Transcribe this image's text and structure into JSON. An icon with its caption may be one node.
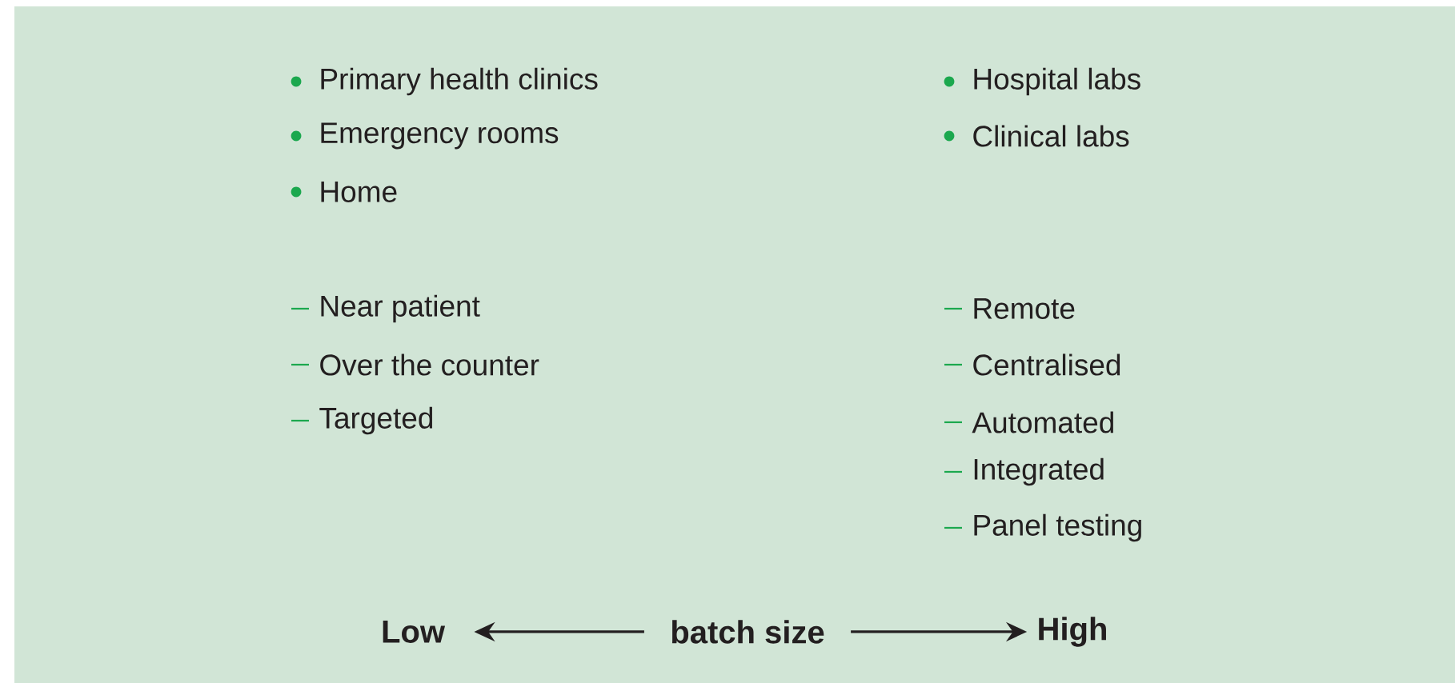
{
  "diagram": {
    "nodes": [
      {
        "text": [
          "Low"
        ]
      },
      {
        "text": [
          "batch size"
        ]
      },
      {
        "text": [
          "High"
        ]
      }
    ],
    "edges": [
      {
        "from": 1,
        "to": 0,
        "arrow": "to"
      },
      {
        "from": 1,
        "to": 2,
        "arrow": "to"
      }
    ],
    "labels": [
      "Primary health clinics",
      "Hospital labs",
      "Emergency rooms",
      "Clinical labs",
      "Home",
      "Near patient",
      "Remote",
      "Over the counter",
      "Centralised",
      "Targeted",
      "Automated",
      "Integrated",
      "Panel testing"
    ]
  }
}
